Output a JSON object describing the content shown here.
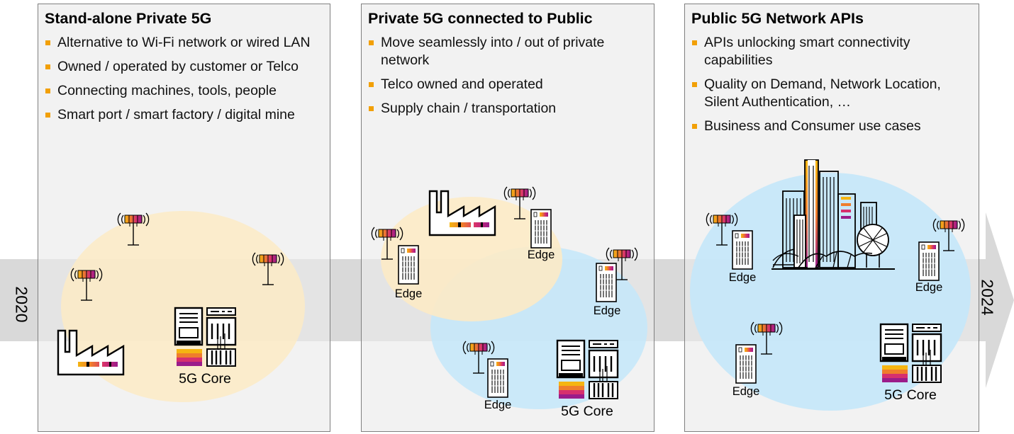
{
  "timeline": {
    "start_year": "2020",
    "end_year": "2024"
  },
  "panels": [
    {
      "title": "Stand-alone Private 5G",
      "bullets": [
        "Alternative to Wi-Fi network or wired LAN",
        "Owned / operated by customer or Telco",
        "Connecting machines, tools, people",
        "Smart port / smart factory / digital mine"
      ],
      "labels": [
        "5G Core"
      ]
    },
    {
      "title": "Private 5G connected to Public",
      "bullets": [
        "Move seamlessly into / out of private network",
        "Telco owned and operated",
        "Supply chain / transportation"
      ],
      "labels": [
        "Edge",
        "Edge",
        "Edge",
        "Edge",
        "5G Core"
      ]
    },
    {
      "title": "Public 5G Network APIs",
      "bullets": [
        "APIs unlocking smart connectivity capabilities",
        "Quality on Demand, Network Location, Silent Authentication, …",
        "Business and Consumer use cases"
      ],
      "labels": [
        "Edge",
        "Edge",
        "Edge",
        "5G Core"
      ]
    }
  ],
  "icons": [
    "antenna-icon",
    "factory-icon",
    "edge-server-icon",
    "core-datacenter-icon",
    "city-skyline-icon"
  ],
  "colors": {
    "panel_bg": "#f2f2f2",
    "panel_border": "#7f7f7f",
    "private_zone": "#fdebc5",
    "public_zone": "#c4e7fa",
    "timeline_arrow": "#d9d9d9",
    "bullet": "#f2a007",
    "gradient": [
      "#f5b512",
      "#ef7d2c",
      "#d6306e",
      "#9b1c8a"
    ]
  }
}
